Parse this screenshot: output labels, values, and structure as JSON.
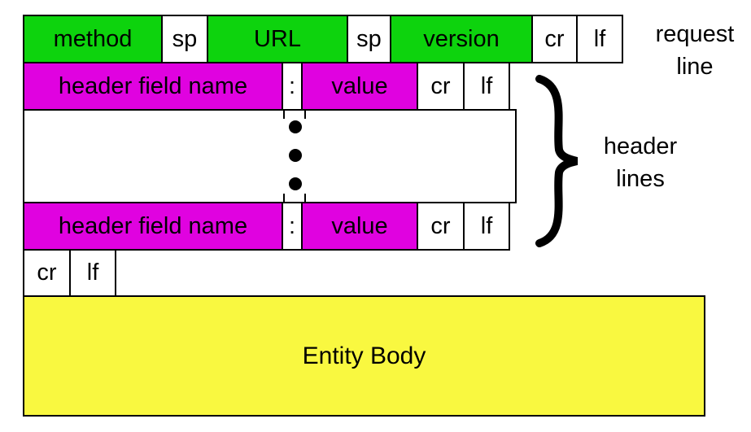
{
  "colors": {
    "green": "#0dd30d",
    "magenta": "#e002e0",
    "yellow": "#f9f840",
    "white": "#ffffff",
    "border": "#000000",
    "background": "#ffffff"
  },
  "request_line": {
    "cells": [
      {
        "label": "method",
        "color": "green"
      },
      {
        "label": "sp",
        "color": "white"
      },
      {
        "label": "URL",
        "color": "green"
      },
      {
        "label": "sp",
        "color": "white"
      },
      {
        "label": "version",
        "color": "green"
      },
      {
        "label": "cr",
        "color": "white"
      },
      {
        "label": "lf",
        "color": "white"
      }
    ],
    "annotation_line1": "request",
    "annotation_line2": "line"
  },
  "header_line_top": {
    "cells": [
      {
        "label": "header field name",
        "color": "magenta"
      },
      {
        "label": ":",
        "color": "white"
      },
      {
        "label": "value",
        "color": "magenta"
      },
      {
        "label": "cr",
        "color": "white"
      },
      {
        "label": "lf",
        "color": "white"
      }
    ]
  },
  "header_line_bottom": {
    "cells": [
      {
        "label": "header field name",
        "color": "magenta"
      },
      {
        "label": ":",
        "color": "white"
      },
      {
        "label": "value",
        "color": "magenta"
      },
      {
        "label": "cr",
        "color": "white"
      },
      {
        "label": "lf",
        "color": "white"
      }
    ]
  },
  "header_lines_annotation": {
    "line1": "header",
    "line2": "lines"
  },
  "blank_line": {
    "cells": [
      {
        "label": "cr",
        "color": "white"
      },
      {
        "label": "lf",
        "color": "white"
      }
    ]
  },
  "entity_body": {
    "label": "Entity Body",
    "color": "yellow"
  }
}
